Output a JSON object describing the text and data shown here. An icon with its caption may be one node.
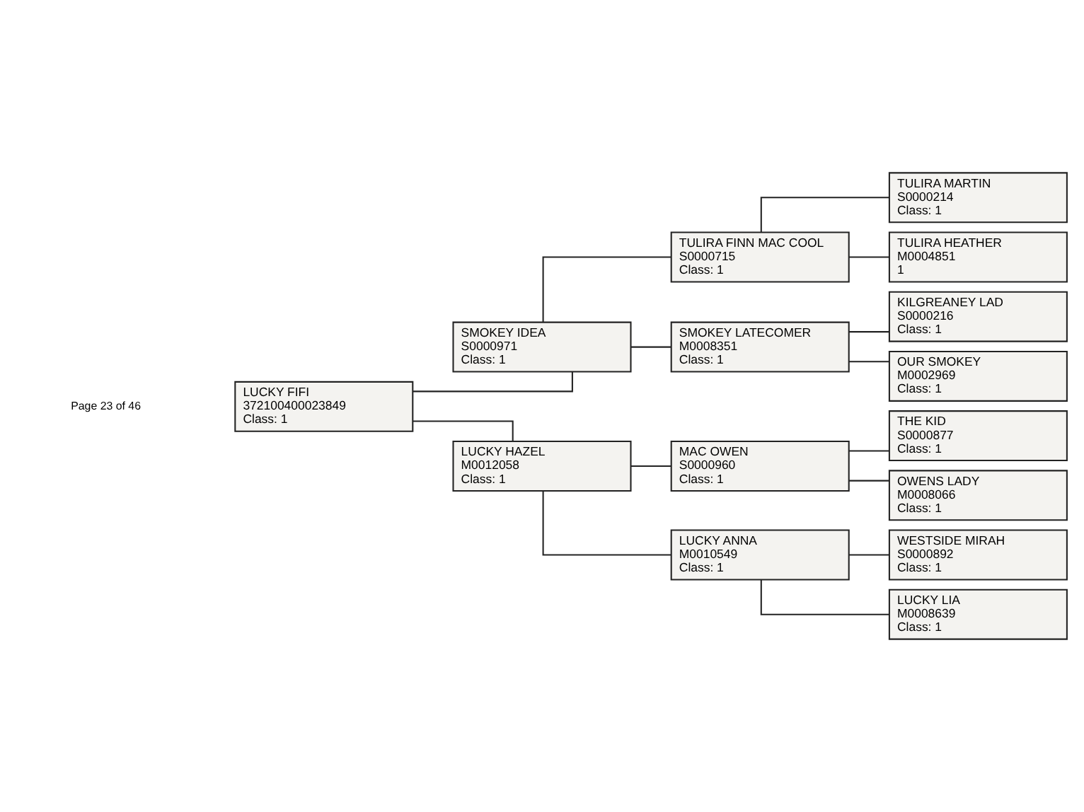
{
  "diagram": {
    "nodes": [
      {
        "text": [
          "LUCKY FIFI",
          "372100400023849",
          "Class: 1"
        ]
      },
      {
        "text": [
          "SMOKEY IDEA",
          "S0000971",
          "Class: 1"
        ]
      },
      {
        "text": [
          "LUCKY HAZEL",
          "M0012058",
          "Class: 1"
        ]
      },
      {
        "text": [
          "TULIRA FINN MAC COOL",
          "S0000715",
          "Class: 1"
        ]
      },
      {
        "text": [
          "SMOKEY LATECOMER",
          "M0008351",
          "Class: 1"
        ]
      },
      {
        "text": [
          "MAC OWEN",
          "S0000960",
          "Class: 1"
        ]
      },
      {
        "text": [
          "LUCKY ANNA",
          "M0010549",
          "Class: 1"
        ]
      },
      {
        "text": [
          "TULIRA MARTIN",
          "S0000214",
          "Class: 1"
        ]
      },
      {
        "text": [
          "TULIRA HEATHER",
          "M0004851",
          "1"
        ]
      },
      {
        "text": [
          "KILGREANEY LAD",
          "S0000216",
          "Class: 1"
        ]
      },
      {
        "text": [
          "OUR SMOKEY",
          "M0002969",
          "Class: 1"
        ]
      },
      {
        "text": [
          "THE KID",
          "S0000877",
          "Class: 1"
        ]
      },
      {
        "text": [
          "OWENS LADY",
          "M0008066",
          "Class: 1"
        ]
      },
      {
        "text": [
          "WESTSIDE MIRAH",
          "S0000892",
          "Class: 1"
        ]
      },
      {
        "text": [
          "LUCKY LIA",
          "M0008639",
          "Class: 1"
        ]
      }
    ],
    "edges": [
      {
        "from": 0,
        "to": 1,
        "arrow": "none"
      },
      {
        "from": 0,
        "to": 2,
        "arrow": "none"
      },
      {
        "from": 1,
        "to": 3,
        "arrow": "none"
      },
      {
        "from": 1,
        "to": 4,
        "arrow": "none"
      },
      {
        "from": 2,
        "to": 5,
        "arrow": "none"
      },
      {
        "from": 2,
        "to": 6,
        "arrow": "none"
      },
      {
        "from": 3,
        "to": 7,
        "arrow": "none"
      },
      {
        "from": 3,
        "to": 8,
        "arrow": "none"
      },
      {
        "from": 4,
        "to": 9,
        "arrow": "none"
      },
      {
        "from": 4,
        "to": 10,
        "arrow": "none"
      },
      {
        "from": 5,
        "to": 11,
        "arrow": "none"
      },
      {
        "from": 5,
        "to": 12,
        "arrow": "none"
      },
      {
        "from": 6,
        "to": 13,
        "arrow": "none"
      },
      {
        "from": 6,
        "to": 14,
        "arrow": "none"
      }
    ],
    "labels": [
      "Page 23 of 46"
    ]
  }
}
